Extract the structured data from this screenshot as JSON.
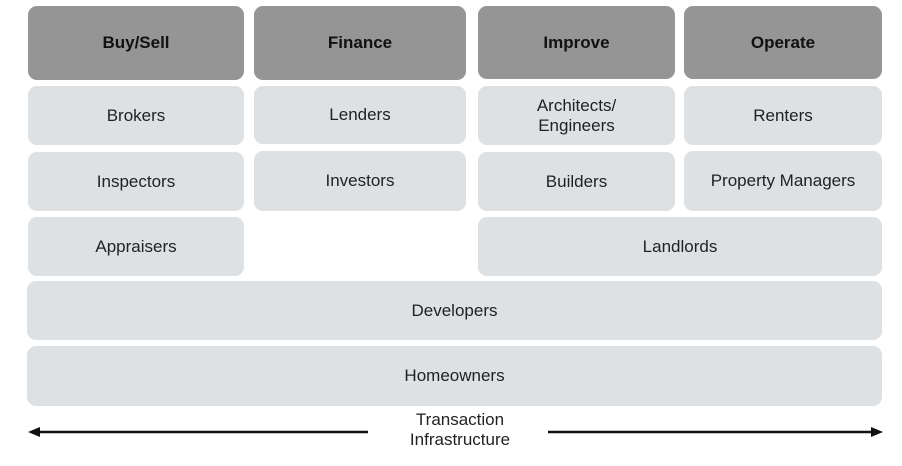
{
  "headers": {
    "buy_sell": "Buy/Sell",
    "finance": "Finance",
    "improve": "Improve",
    "operate": "Operate"
  },
  "cells": {
    "brokers": "Brokers",
    "lenders": "Lenders",
    "architects_engineers": "Architects/\nEngineers",
    "renters": "Renters",
    "inspectors": "Inspectors",
    "investors": "Investors",
    "builders": "Builders",
    "property_managers": "Property Managers",
    "appraisers": "Appraisers",
    "landlords": "Landlords",
    "developers": "Developers",
    "homeowners": "Homeowners"
  },
  "axis": {
    "label": "Transaction\nInfrastructure"
  },
  "colors": {
    "header_fill": "#959595",
    "cell_fill": "#dde1e4",
    "arrow": "#111111"
  }
}
